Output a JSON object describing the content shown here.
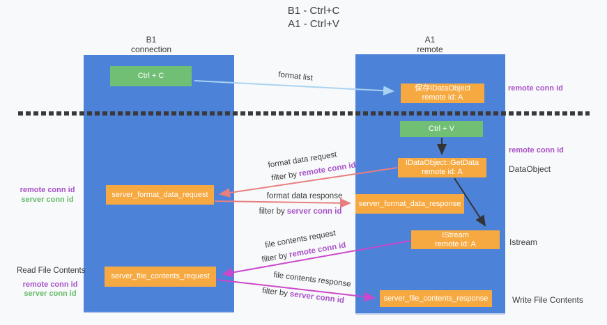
{
  "title": {
    "line1": "B1 - Ctrl+C",
    "line2": "A1 - Ctrl+V"
  },
  "columns": {
    "left": {
      "title": "B1",
      "subtitle": "connection"
    },
    "right": {
      "title": "A1",
      "subtitle": "remote"
    }
  },
  "nodes": {
    "ctrl_c": {
      "label": "Ctrl + C"
    },
    "save_idataobject": {
      "line1": "保存IDataObject",
      "line2": "remote id: A"
    },
    "ctrl_v": {
      "label": "Ctrl + V"
    },
    "getdata": {
      "line1": "IDataObject::GetData",
      "line2": "remote id: A"
    },
    "format_request": {
      "label": "server_format_data_request"
    },
    "format_response": {
      "label": "server_format_data_response"
    },
    "istream": {
      "line1": "IStream",
      "line2": "remote id: A"
    },
    "file_request": {
      "label": "server_file_contents_request"
    },
    "file_response": {
      "label": "server_file_contents_response"
    }
  },
  "labels": {
    "format_list": "format list",
    "format_data_request": "format data request",
    "format_data_response": "format data response",
    "file_contents_request": "file contents request",
    "file_contents_response": "file contents response",
    "filter_by": "filter by",
    "remote_conn_id": "remote conn id",
    "server_conn_id": "server conn id",
    "read_file_contents": "Read File Contents",
    "write_file_contents": "Write File Contents",
    "dataobject": "DataObject",
    "istream": "Istream"
  },
  "colors": {
    "column_blue": "#4d82d9",
    "box_green": "#71bf74",
    "box_orange": "#f7a941",
    "arrow_lightblue": "#a9d3f2",
    "arrow_salmon": "#e87f7f",
    "arrow_magenta": "#cb48cb",
    "arrow_black": "#333333",
    "text_purple": "#a852c8",
    "text_green": "#66bb6a",
    "background": "#f8f9fa"
  }
}
